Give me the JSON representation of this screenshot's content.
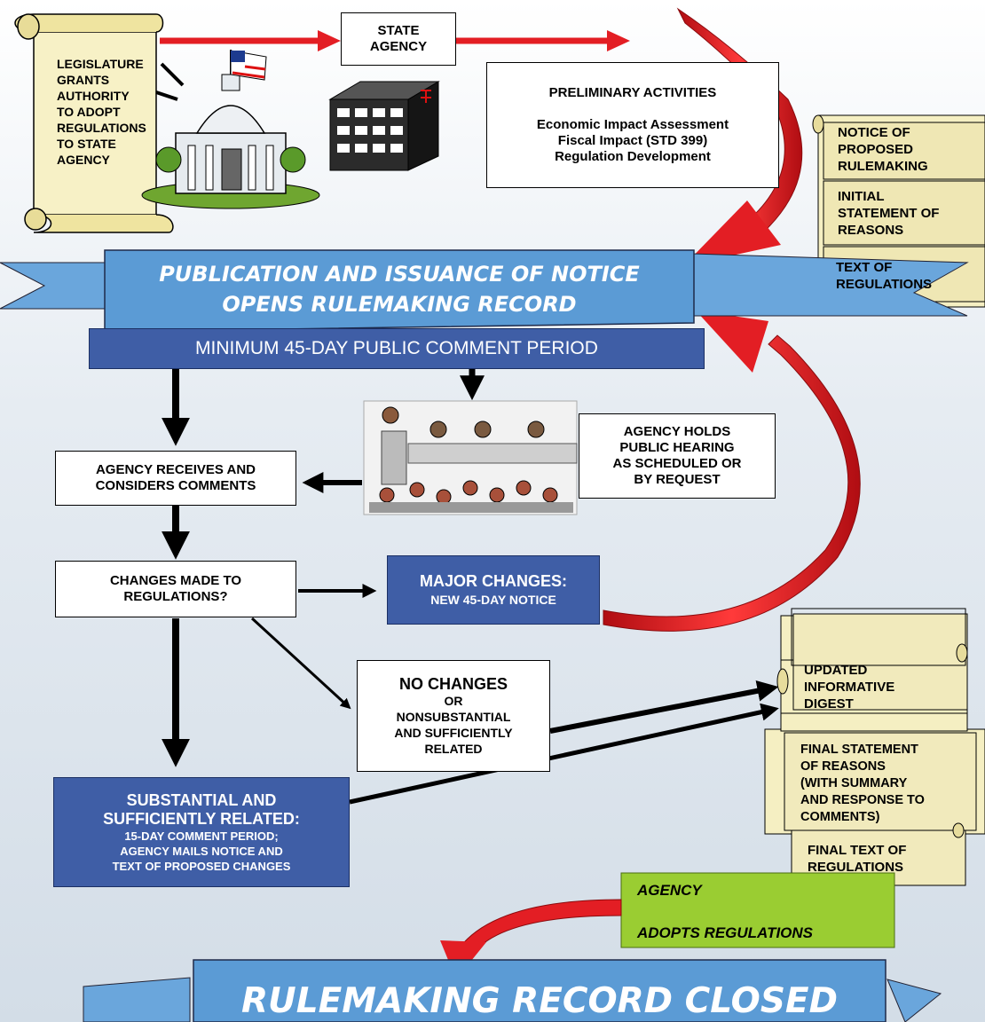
{
  "legislature": {
    "text": "LEGISLATURE\nGRANTS\nAUTHORITY\nTO ADOPT\nREGULATIONS\nTO STATE\nAGENCY"
  },
  "state_agency": {
    "text": "STATE\nAGENCY"
  },
  "preliminary": {
    "title": "PRELIMINARY ACTIVITIES",
    "items": [
      "Economic Impact Assessment",
      "Fiscal Impact (STD 399)",
      "Regulation Development"
    ]
  },
  "notice_docs": {
    "doc1": "NOTICE OF\nPROPOSED\nRULEMAKING",
    "doc2": "INITIAL\nSTATEMENT OF\nREASONS",
    "doc3": "TEXT OF\nREGULATIONS"
  },
  "publication_banner": {
    "line1": "PUBLICATION AND ISSUANCE OF NOTICE",
    "line2": "OPENS RULEMAKING RECORD"
  },
  "comment_period": {
    "text": "MINIMUM 45-DAY PUBLIC COMMENT PERIOD"
  },
  "receives_comments": {
    "text": "AGENCY RECEIVES AND\nCONSIDERS COMMENTS"
  },
  "public_hearing": {
    "text": "AGENCY HOLDS\nPUBLIC HEARING\nAS SCHEDULED OR\nBY REQUEST"
  },
  "changes_made": {
    "text": "CHANGES MADE TO\nREGULATIONS?"
  },
  "major_changes": {
    "title": "MAJOR CHANGES:",
    "sub": "NEW 45-DAY NOTICE"
  },
  "no_changes": {
    "title": "NO CHANGES",
    "sub": "OR\nNONSUBSTANTIAL\nAND SUFFICIENTLY\nRELATED"
  },
  "substantial": {
    "title": "SUBSTANTIAL AND\nSUFFICIENTLY RELATED:",
    "sub": "15-DAY COMMENT PERIOD;\nAGENCY MAILS NOTICE AND\nTEXT OF PROPOSED CHANGES"
  },
  "final_docs": {
    "doc1": "UPDATED\nINFORMATIVE\nDIGEST",
    "doc2": "FINAL STATEMENT\nOF  REASONS\n(WITH SUMMARY\nAND RESPONSE TO\nCOMMENTS)",
    "doc3": "FINAL TEXT OF\nREGULATIONS"
  },
  "adopts": {
    "line1": "AGENCY",
    "line2": "ADOPTS REGULATIONS"
  },
  "closed_banner": {
    "text": "RULEMAKING RECORD CLOSED"
  },
  "colors": {
    "banner_blue": "#5b9bd5",
    "box_blue": "#3f5ea6",
    "arrow_red": "#e31e24",
    "scroll": "#f5efc2",
    "adopt_green": "#9acd32"
  }
}
